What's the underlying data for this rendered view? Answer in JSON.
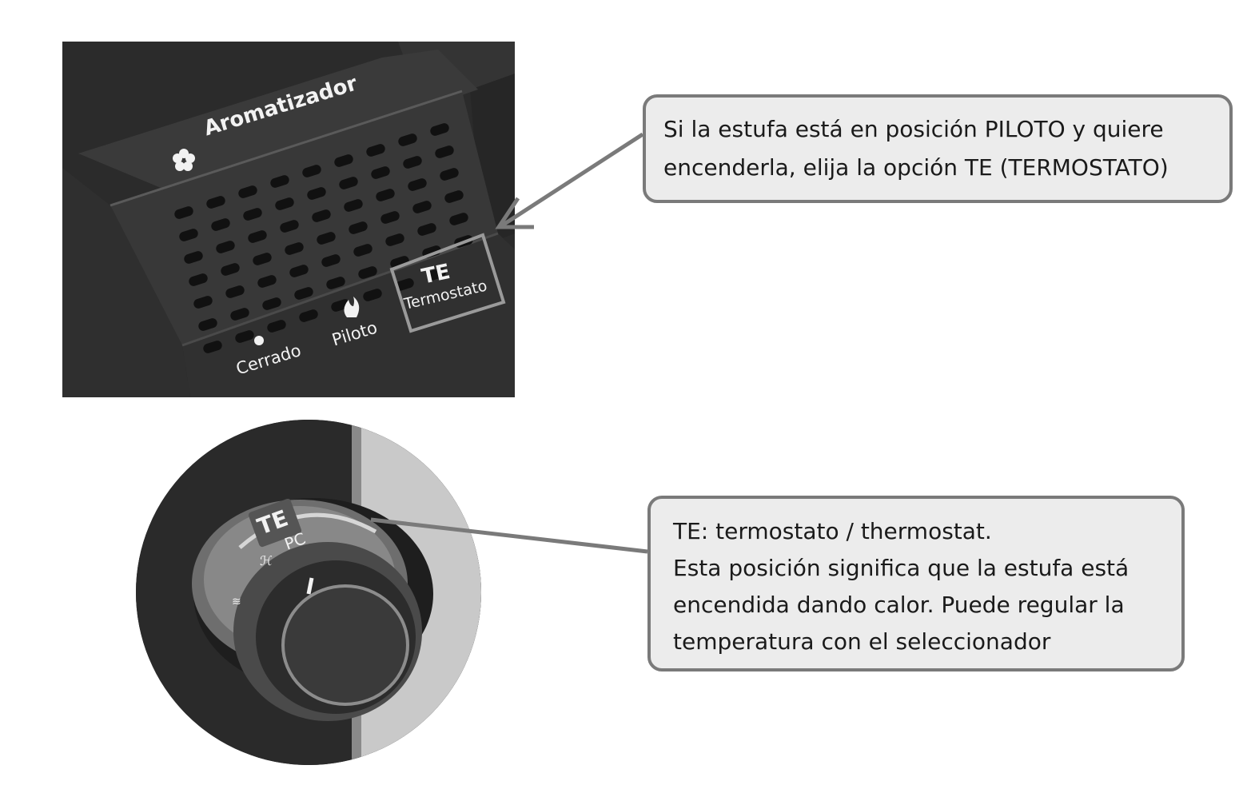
{
  "top_panel": {
    "brand_label": "Aromatizador",
    "mode_te": "TE",
    "mode_te_name": "Termostato",
    "mode_piloto": "Piloto",
    "mode_cerrado": "Cerrado"
  },
  "knob": {
    "te_label": "TE",
    "pc_label": "PC"
  },
  "callouts": {
    "top": {
      "lines": [
        "Si la estufa está en posición PILOTO y quiere",
        "encenderla, elija la opción TE (TERMOSTATO)"
      ]
    },
    "bottom": {
      "lines": [
        "TE: termostato / thermostat.",
        "Esta posición significa que la estufa está",
        "encendida dando calor. Puede regular la",
        "temperatura con el seleccionador"
      ]
    }
  },
  "colors": {
    "callout_bg": "#ececec",
    "callout_border": "#7a7a7a",
    "arrow": "#7a7a7a",
    "panel_dark": "#2e2e2e"
  }
}
